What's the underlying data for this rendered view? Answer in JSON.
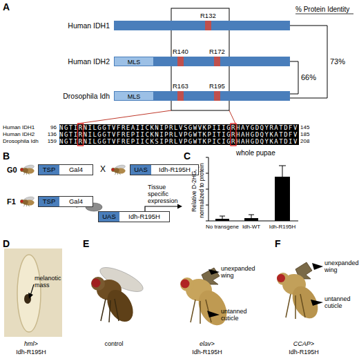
{
  "diagram": {
    "nodes": [
      {
        "text": [
          "Human IDH1",
          "R132"
        ]
      },
      {
        "text": [
          "Human IDH2",
          "R140",
          "R172"
        ]
      },
      {
        "text": [
          "MLS"
        ],
        "in": 1
      },
      {
        "text": [
          "Drosophila Idh",
          "R163",
          "R195"
        ]
      },
      {
        "text": [
          "MLS"
        ],
        "in": 3
      },
      {
        "text": [
          "TSP",
          "Gal4"
        ]
      },
      {
        "text": [
          "UAS",
          "Idh-R195H"
        ]
      },
      {
        "text": [
          "TSP",
          "Gal4"
        ]
      },
      {
        "text": [
          "UAS",
          "Idh-R195H"
        ]
      }
    ],
    "edges": [
      {
        "from": 0,
        "to": 3,
        "arrow": "none",
        "label": "73%"
      },
      {
        "from": 1,
        "to": 3,
        "arrow": "none",
        "label": "66%"
      }
    ],
    "labels": [
      "A",
      "% Protein Identity",
      "Human IDH1",
      "96",
      "NGTIRNILGGTVFREAIICKNIPRLVSGWVKPIIIGRHAYGDQYRATDFV",
      "145",
      "Human IDH2",
      "136",
      "NGTIRNILGGTVFREPIICKNIPRLVPGWTKPITIGRHAHGDQYKATDFV",
      "185",
      "Drosophila Idh",
      "159",
      "NGTIRNILGGTVFREPIICKSIPRLVPGWTKPICIGRHAHGDQYKATDIV",
      "208",
      "B",
      "G0",
      "X",
      "F1",
      "Tissue specific expression",
      "C",
      "whole pupae",
      "Relative D-2HG, normalized to protein",
      "No transgene",
      "Idh-WT",
      "Idh-R195H",
      "D",
      "melanotic mass",
      "hml>",
      "Idh-R195H",
      "E",
      "control",
      "unexpanded wing",
      "untanned cuticle",
      "elav>",
      "Idh-R195H",
      "F",
      "unexpanded wing",
      "untanned cuticle",
      "CCAP>",
      "Idh-R195H"
    ]
  }
}
